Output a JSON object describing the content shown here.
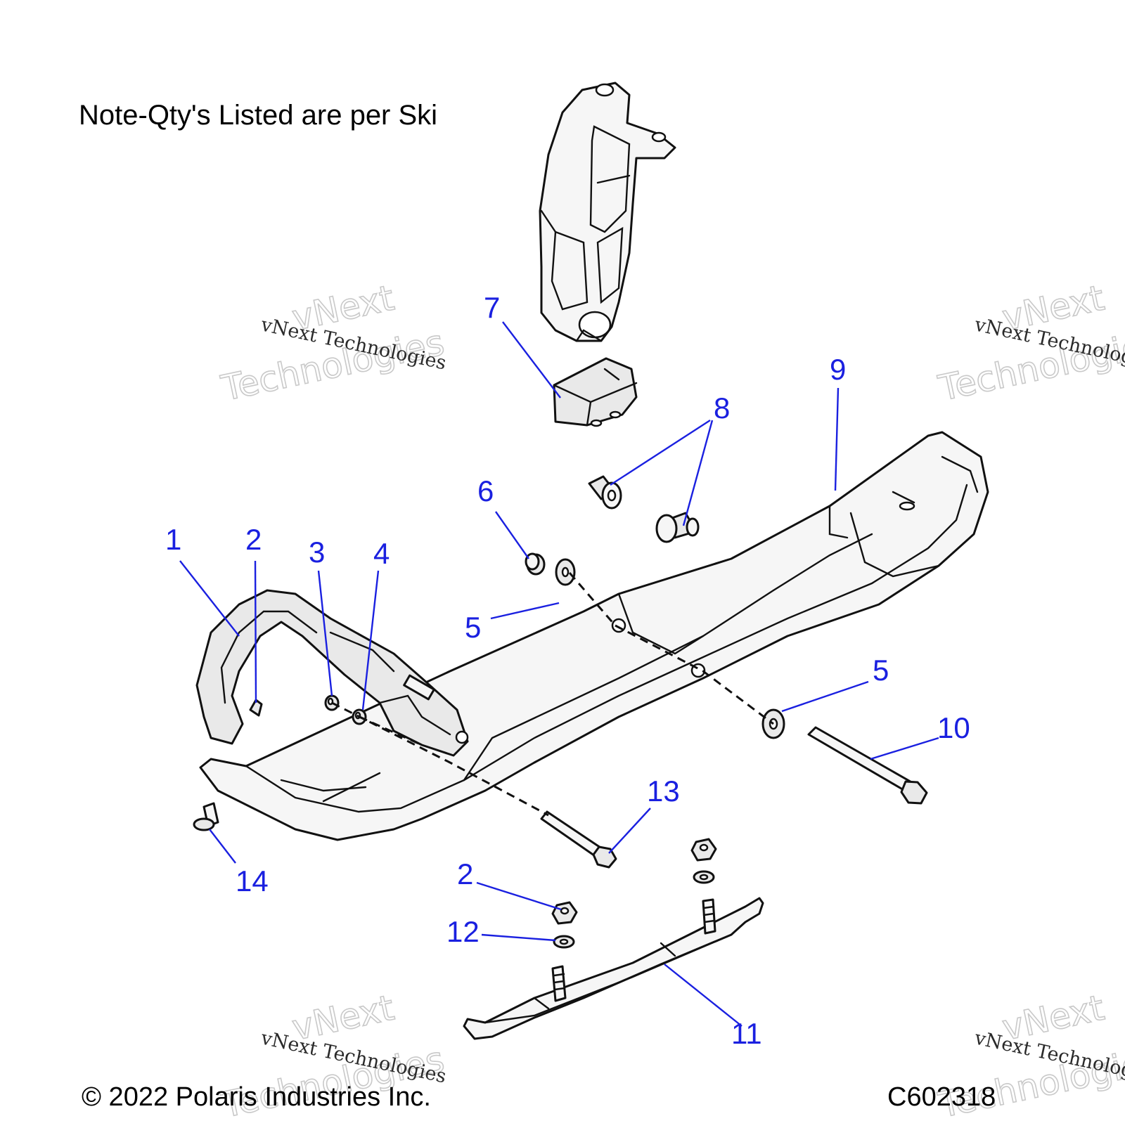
{
  "note": "Note-Qty's Listed are per Ski",
  "copyright": "© 2022 Polaris Industries Inc.",
  "drawing_id": "C602318",
  "watermark": {
    "big_line1": "vNext",
    "big_line2": "Technologies",
    "small": "vNext Technologies"
  },
  "callouts": [
    {
      "id": "c1",
      "label": "1"
    },
    {
      "id": "c2a",
      "label": "2"
    },
    {
      "id": "c3",
      "label": "3"
    },
    {
      "id": "c4",
      "label": "4"
    },
    {
      "id": "c5a",
      "label": "5"
    },
    {
      "id": "c5b",
      "label": "5"
    },
    {
      "id": "c6",
      "label": "6"
    },
    {
      "id": "c7",
      "label": "7"
    },
    {
      "id": "c8",
      "label": "8"
    },
    {
      "id": "c9",
      "label": "9"
    },
    {
      "id": "c10",
      "label": "10"
    },
    {
      "id": "c11",
      "label": "11"
    },
    {
      "id": "c12",
      "label": "12"
    },
    {
      "id": "c13",
      "label": "13"
    },
    {
      "id": "c14",
      "label": "14"
    },
    {
      "id": "c2b",
      "label": "2"
    }
  ],
  "colors": {
    "callout": "#1a20e0",
    "line": "#111111",
    "part_fill": "#e9e9e9"
  }
}
